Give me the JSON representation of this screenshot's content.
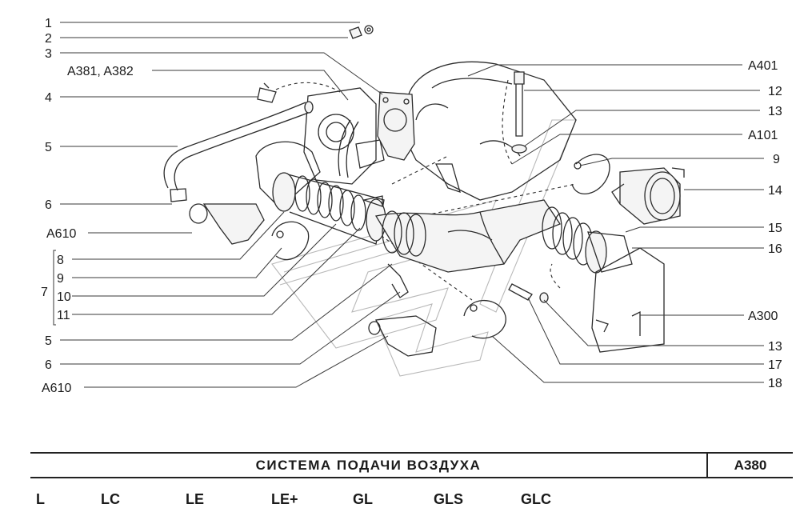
{
  "diagram": {
    "callouts": {
      "c1": "1",
      "c2": "2",
      "c3": "3",
      "c4": "4",
      "c5a": "5",
      "c6a": "6",
      "ref_a381": "A381, A382",
      "ref_a610a": "A610",
      "c8": "8",
      "c9a": "9",
      "c10": "10",
      "c11": "11",
      "c7": "7",
      "c5b": "5",
      "c6b": "6",
      "ref_a610b": "A610",
      "ref_a401": "A401",
      "c12": "12",
      "c13a": "13",
      "ref_a101": "A101",
      "c9b": "9",
      "c14": "14",
      "c15": "15",
      "c16": "16",
      "ref_a300": "A300",
      "c13b": "13",
      "c17": "17",
      "c18": "18"
    }
  },
  "footer": {
    "title": "СИСТЕМА ПОДАЧИ ВОЗДУХА",
    "code": "A380"
  },
  "variants": [
    "L",
    "LC",
    "LE",
    "LE+",
    "GL",
    "GLS",
    "GLC"
  ]
}
